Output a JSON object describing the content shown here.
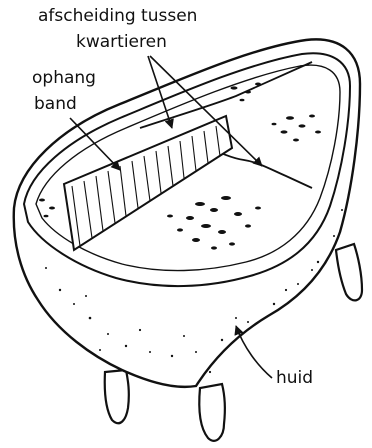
{
  "labels": {
    "segment_divider_line1": "afscheiding tussen",
    "segment_divider_line2": "kwartieren",
    "suspension_band_line1": "ophang",
    "suspension_band_line2": "band",
    "skin": "huid"
  },
  "colors": {
    "ink": "#111111",
    "paper": "#ffffff"
  }
}
